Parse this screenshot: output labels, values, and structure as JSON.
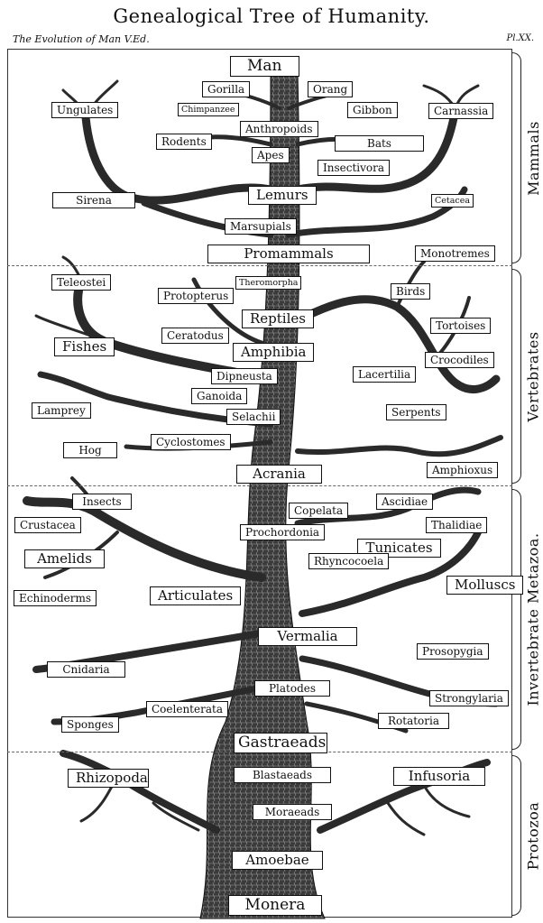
{
  "title": "Genealogical Tree of Humanity.",
  "subtitle_left": "The Evolution of Man V.Ed.",
  "subtitle_right": "Pl.XX.",
  "sections": {
    "mammals": "Mammals",
    "vertebrates": "Vertebrates",
    "invertebrate_metazoa": "Invertebrate Metazoa.",
    "protozoa": "Protozoa"
  },
  "labels": {
    "man": "Man",
    "gorilla": "Gorilla",
    "orang": "Orang",
    "chimpanzee": "Chimpanzee",
    "gibbon": "Gibbon",
    "ungulates": "Ungulates",
    "carnassia": "Carnassia",
    "anthropoids": "Anthropoids",
    "rodents": "Rodents",
    "bats": "Bats",
    "apes": "Apes",
    "insectivora": "Insectivora",
    "sirena": "Sirena",
    "lemurs": "Lemurs",
    "cetacea": "Cetacea",
    "marsupials": "Marsupials",
    "promammals": "Promammals",
    "monotremes": "Monotremes",
    "teleostei": "Teleostei",
    "theromorpha": "Theromorpha",
    "protopterus": "Protopterus",
    "birds": "Birds",
    "reptiles": "Reptiles",
    "tortoises": "Tortoises",
    "fishes": "Fishes",
    "ceratodus": "Ceratodus",
    "amphibia": "Amphibia",
    "crocodiles": "Crocodiles",
    "dipneusta": "Dipneusta",
    "lacertilia": "Lacertilia",
    "ganoida": "Ganoida",
    "lamprey": "Lamprey",
    "selachii": "Selachii",
    "serpents": "Serpents",
    "hog": "Hog",
    "cyclostomes": "Cyclostomes",
    "amphioxus": "Amphioxus",
    "acrania": "Acrania",
    "insects": "Insects",
    "ascidiae": "Ascidiae",
    "crustacea": "Crustacea",
    "copelata": "Copelata",
    "thalidiae": "Thalidiae",
    "prochordonia": "Prochordonia",
    "amelids": "Amelids",
    "tunicates": "Tunicates",
    "rhyncocoela": "Rhyncocoela",
    "molluscs": "Molluscs",
    "echinoderms": "Echinoderms",
    "articulates": "Articulates",
    "vermalia": "Vermalia",
    "prosopygia": "Prosopygia",
    "cnidaria": "Cnidaria",
    "platodes": "Platodes",
    "strongylaria": "Strongylaria",
    "coelenterata": "Coelenterata",
    "sponges": "Sponges",
    "rotatoria": "Rotatoria",
    "gastraeads": "Gastraeads",
    "rhizopoda": "Rhizopoda",
    "blastaeads": "Blastaeads",
    "infusoria": "Infusoria",
    "moraeads": "Moraeads",
    "amoebae": "Amoebae",
    "monera": "Monera"
  }
}
